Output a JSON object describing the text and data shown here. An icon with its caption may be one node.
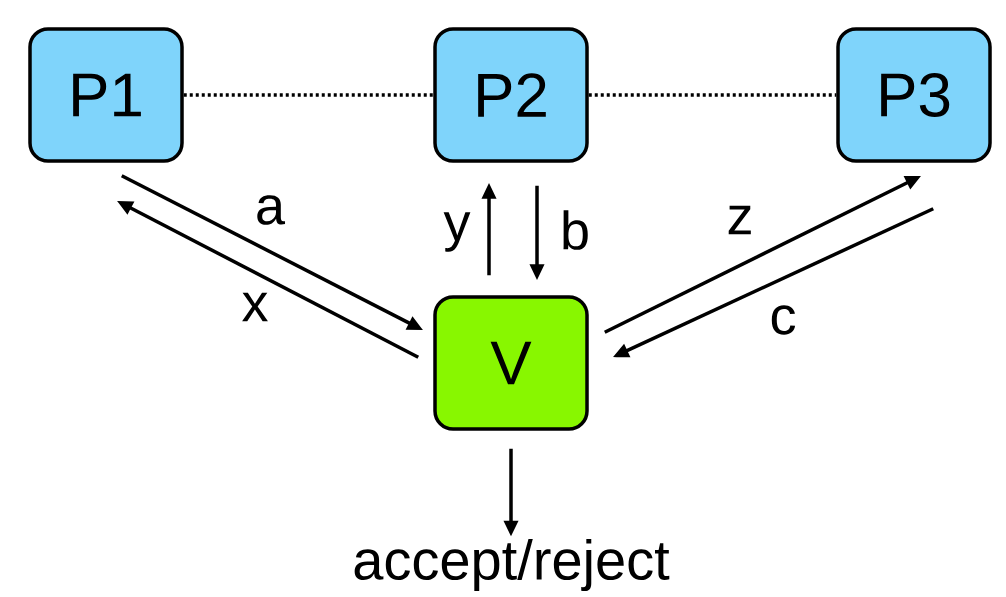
{
  "diagram": {
    "nodes": [
      {
        "text": [
          "P1"
        ]
      },
      {
        "text": [
          "P2"
        ]
      },
      {
        "text": [
          "P3"
        ]
      },
      {
        "text": [
          "V"
        ]
      },
      {
        "text": [
          "accept/reject"
        ]
      }
    ],
    "edges": [
      {
        "from": 0,
        "to": 1,
        "arrow": "none",
        "style": "dashed"
      },
      {
        "from": 1,
        "to": 2,
        "arrow": "none",
        "style": "dashed"
      },
      {
        "from": 0,
        "to": 3,
        "arrow": "to",
        "label": "a"
      },
      {
        "from": 3,
        "to": 0,
        "arrow": "to",
        "label": "x"
      },
      {
        "from": 3,
        "to": 1,
        "arrow": "to",
        "label": "y"
      },
      {
        "from": 1,
        "to": 3,
        "arrow": "to",
        "label": "b"
      },
      {
        "from": 3,
        "to": 2,
        "arrow": "to",
        "label": "z"
      },
      {
        "from": 2,
        "to": 3,
        "arrow": "to",
        "label": "c"
      },
      {
        "from": 3,
        "to": 4,
        "arrow": "to"
      }
    ]
  }
}
